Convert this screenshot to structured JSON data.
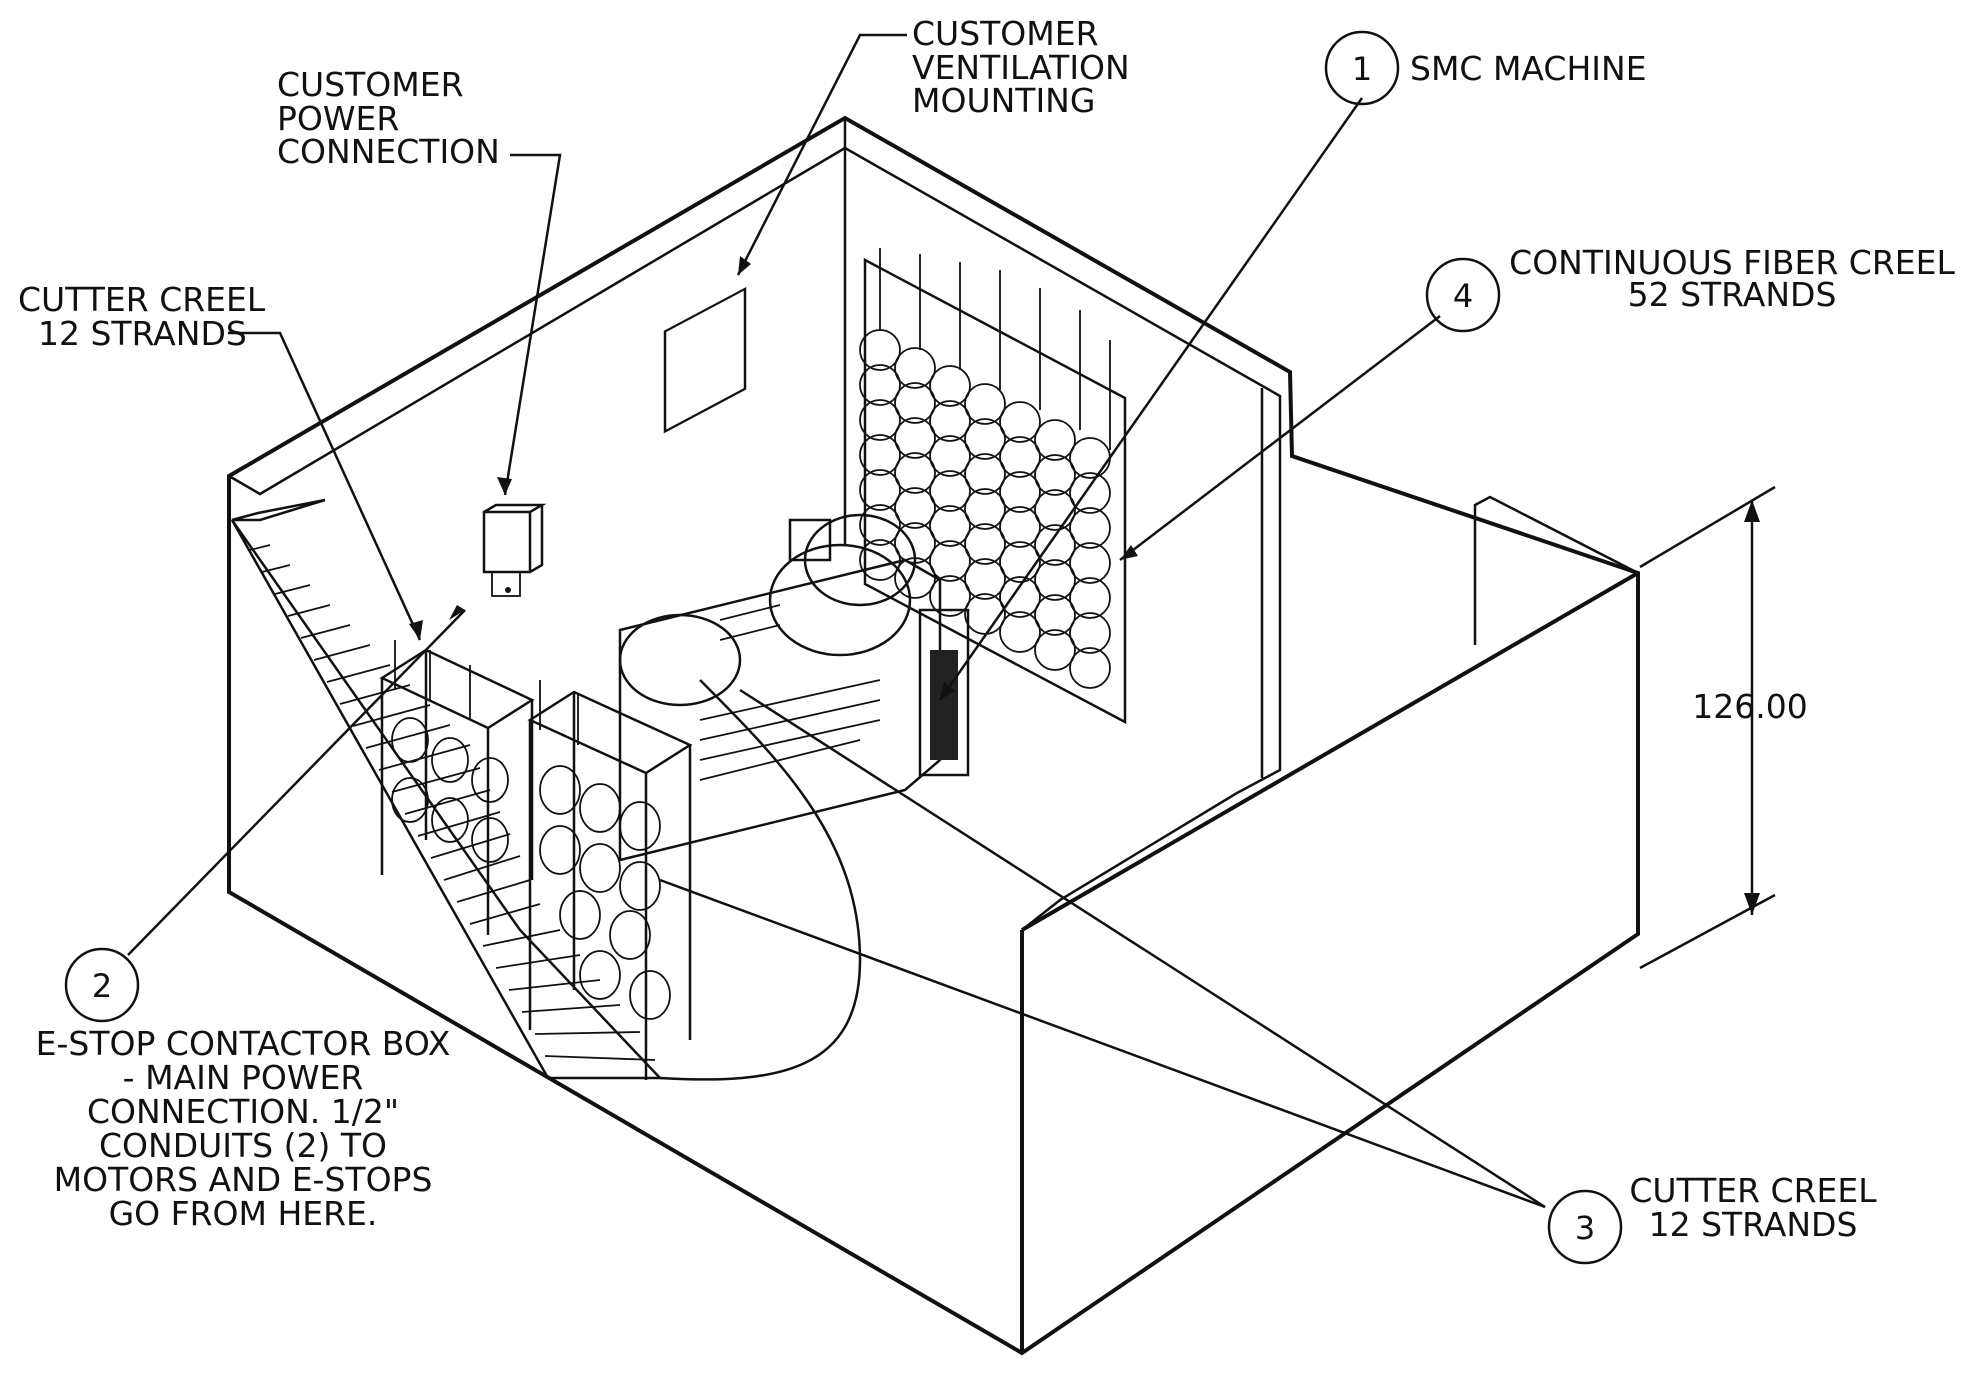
{
  "callouts": {
    "customer_power": [
      "CUSTOMER",
      "POWER",
      "CONNECTION"
    ],
    "customer_ventilation": [
      "CUSTOMER",
      "VENTILATION",
      "MOUNTING"
    ],
    "cutter_creel_left": [
      "CUTTER CREEL",
      "12 STRANDS"
    ],
    "continuous_fiber_creel": [
      "CONTINUOUS FIBER CREEL",
      "52 STRANDS"
    ],
    "smc_machine": "SMC MACHINE",
    "estop_box": [
      "E-STOP CONTACTOR BOX",
      "- MAIN POWER",
      "CONNECTION.  1/2\"",
      "CONDUITS (2) TO",
      "MOTORS AND E-STOPS",
      "GO FROM HERE."
    ],
    "cutter_creel_right": [
      "CUTTER CREEL",
      "12 STRANDS"
    ]
  },
  "balloons": {
    "b1": "1",
    "b2": "2",
    "b3": "3",
    "b4": "4"
  },
  "dimension": {
    "height_value": "126.00"
  }
}
